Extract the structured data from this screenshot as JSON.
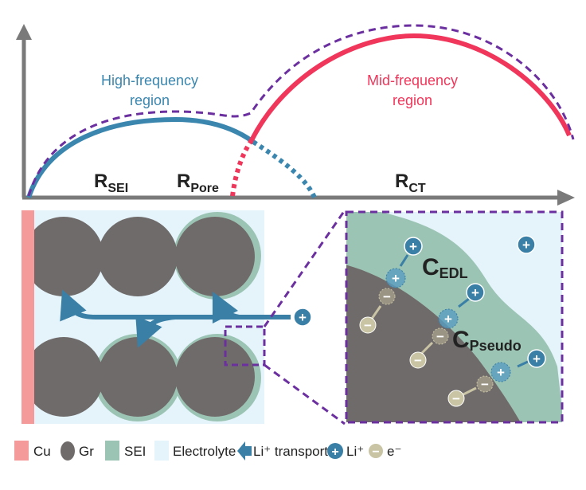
{
  "plot": {
    "high_freq_label": [
      "High-frequency",
      "region"
    ],
    "mid_freq_label": [
      "Mid-frequency",
      "region"
    ],
    "r_sei": {
      "main": "R",
      "sub": "SEI"
    },
    "r_pore": {
      "main": "R",
      "sub": "Pore"
    },
    "r_ct": {
      "main": "R",
      "sub": "CT"
    }
  },
  "inset": {
    "c_edl": {
      "main": "C",
      "sub": "EDL"
    },
    "c_pseudo": {
      "main": "C",
      "sub": "Pseudo"
    },
    "plus": "+",
    "minus": "−"
  },
  "legend": {
    "cu": "Cu",
    "gr": "Gr",
    "sei": "SEI",
    "electrolyte": "Electrolyte",
    "li_transport": "Li⁺ transport",
    "li_ion": "Li⁺",
    "electron": "e⁻"
  },
  "colors": {
    "cu": "#f49a9a",
    "graphite": "#706b6b",
    "sei": "#9cc4b4",
    "electrolyte": "#e4f4fa",
    "li": "#3a7fa6",
    "electron": "#c8c4a4",
    "high_freq": "#3a86ae",
    "mid_freq": "#f0365a",
    "envelope": "#6b2fa0",
    "axis": "#7a7a7a"
  }
}
